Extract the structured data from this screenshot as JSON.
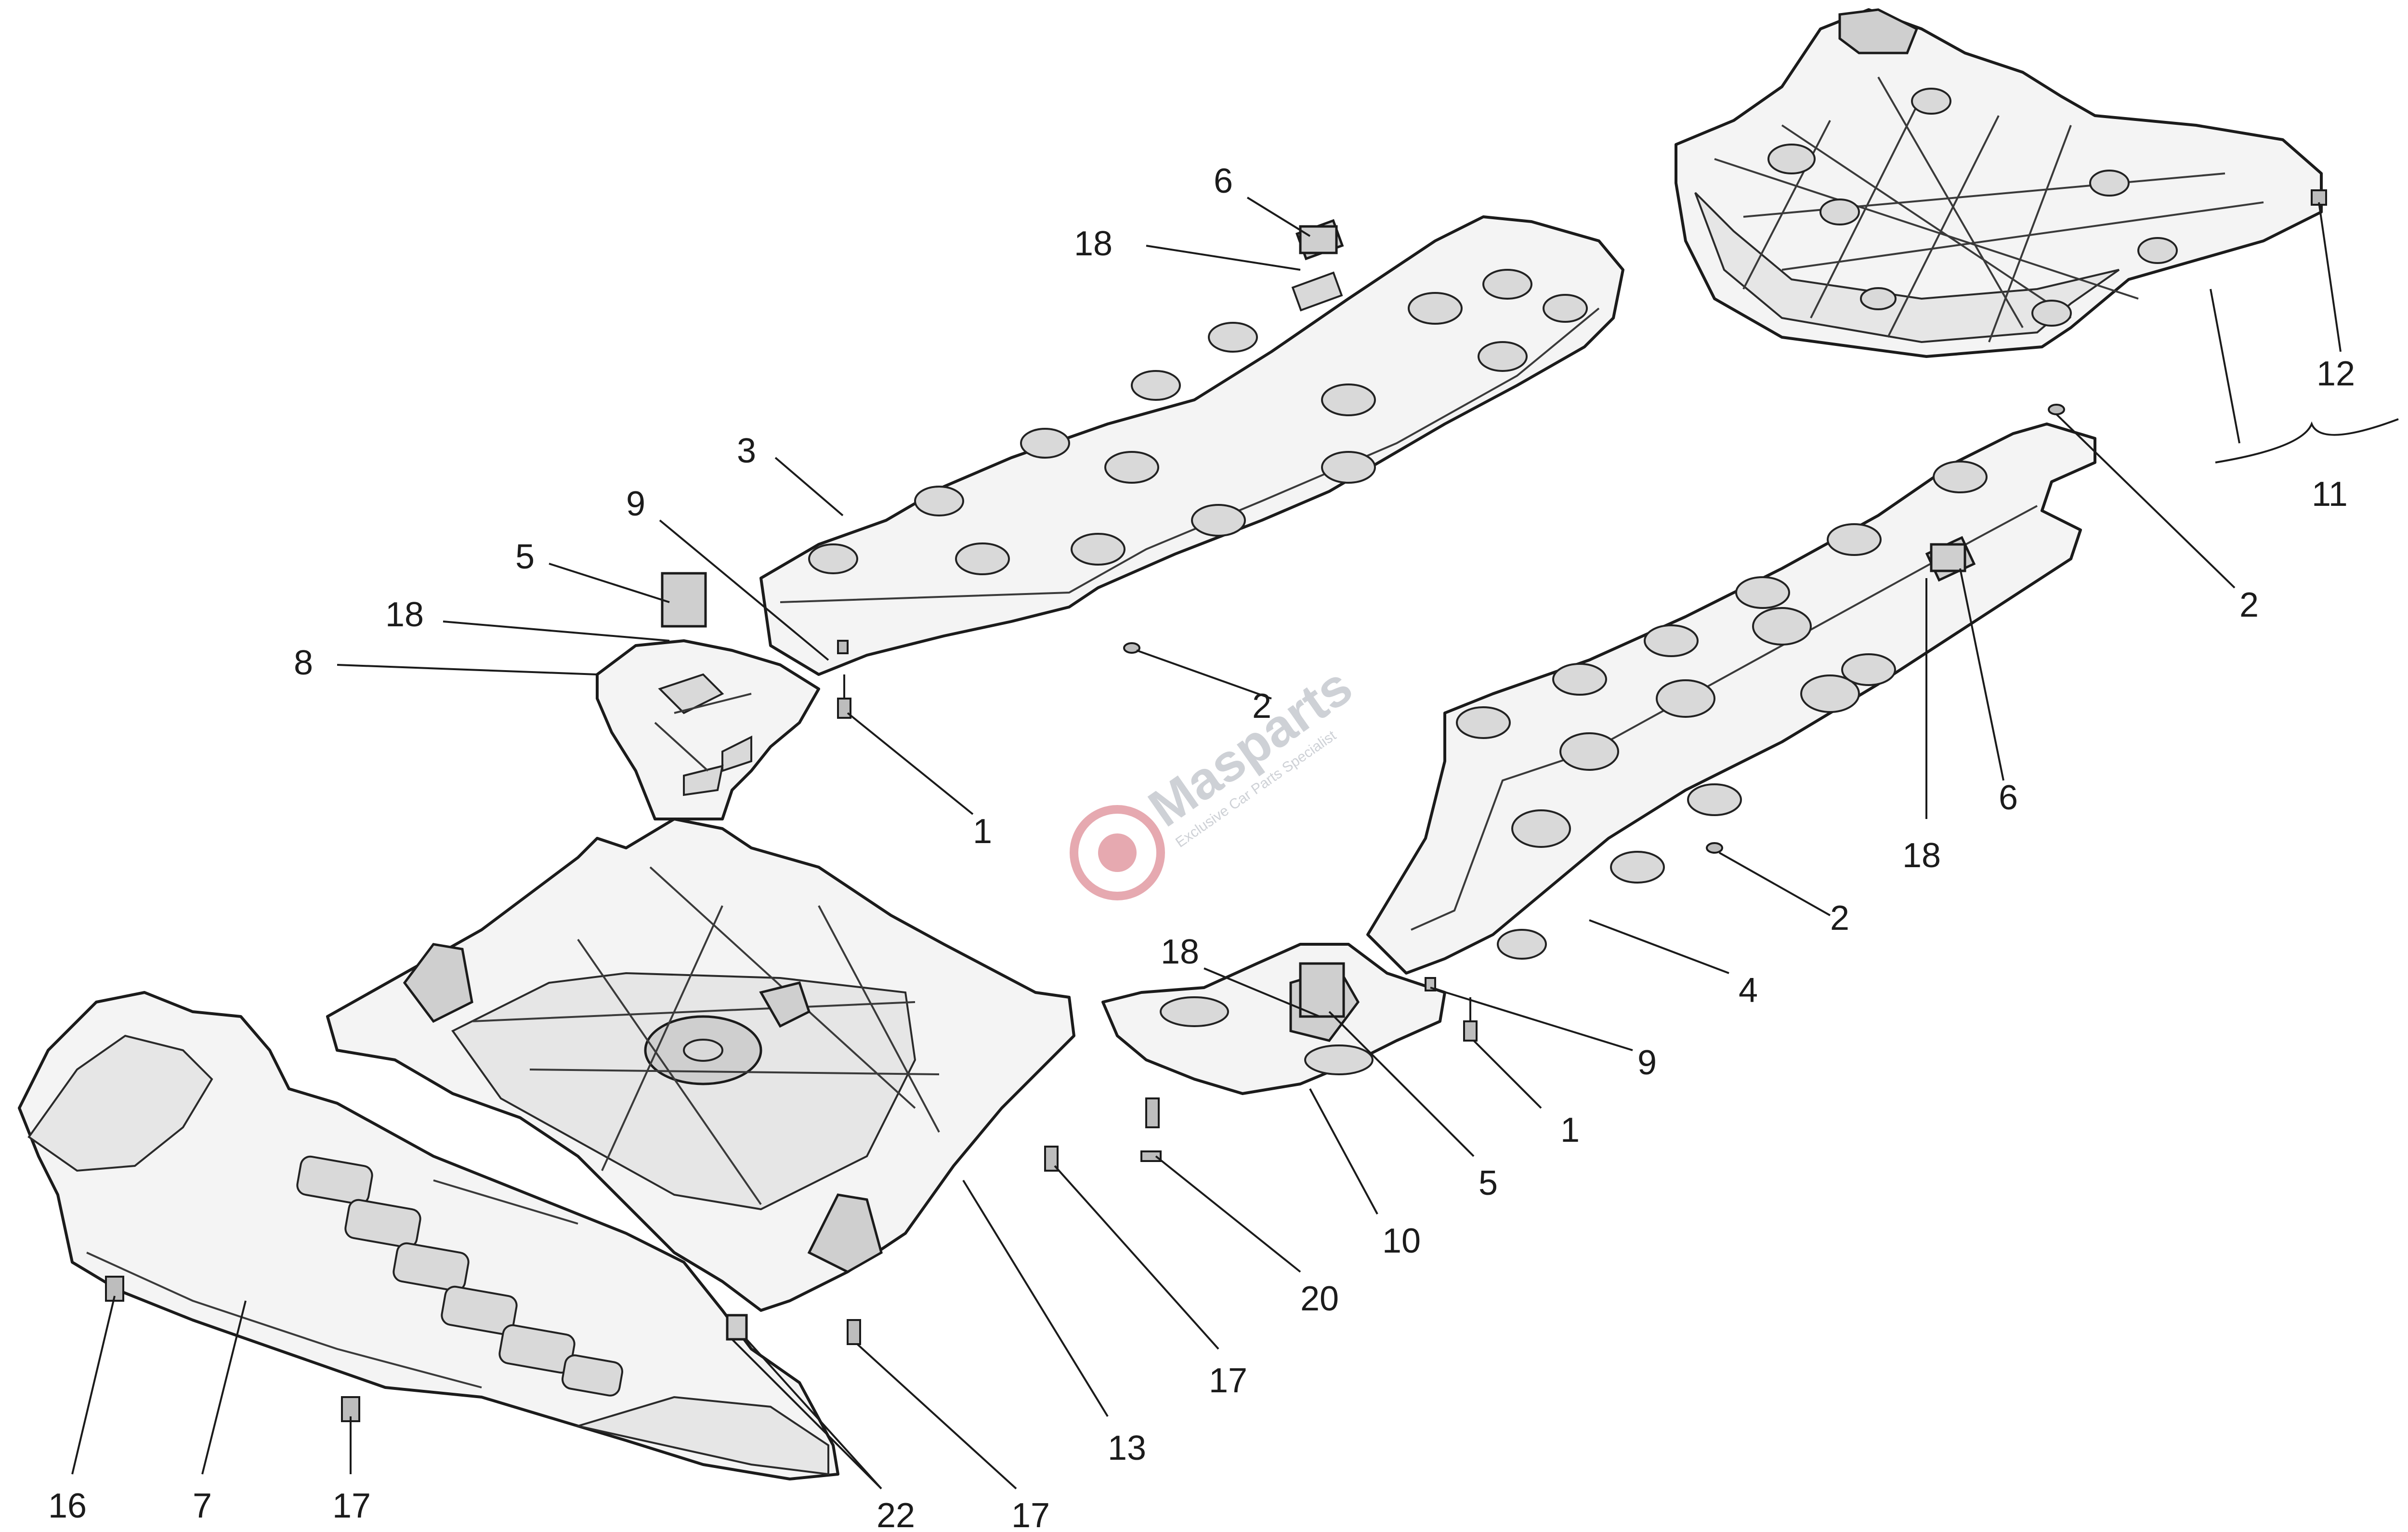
{
  "callouts": {
    "n6a": "6",
    "n18a": "18",
    "n3": "3",
    "n9a": "9",
    "n5a": "5",
    "n18b": "18",
    "n8": "8",
    "n2a": "2",
    "n1a": "1",
    "n12": "12",
    "n11": "11",
    "n2b": "2",
    "n6b": "6",
    "n18c": "18",
    "n2c": "2",
    "n4": "4",
    "n18d": "18",
    "n9b": "9",
    "n1b": "1",
    "n5b": "5",
    "n10": "10",
    "n20": "20",
    "n17a": "17",
    "n13": "13",
    "n16": "16",
    "n7": "7",
    "n17b": "17",
    "n22": "22",
    "n17c": "17"
  },
  "watermark": {
    "brand": "Masparts",
    "tagline": "Exclusive Car Parts Specialist",
    "logo_color": "#e4a0a8",
    "text_color": "#c9ccd2"
  },
  "colors": {
    "line": "#1b1b1b",
    "fill": "#f4f4f4",
    "background": "#ffffff"
  }
}
